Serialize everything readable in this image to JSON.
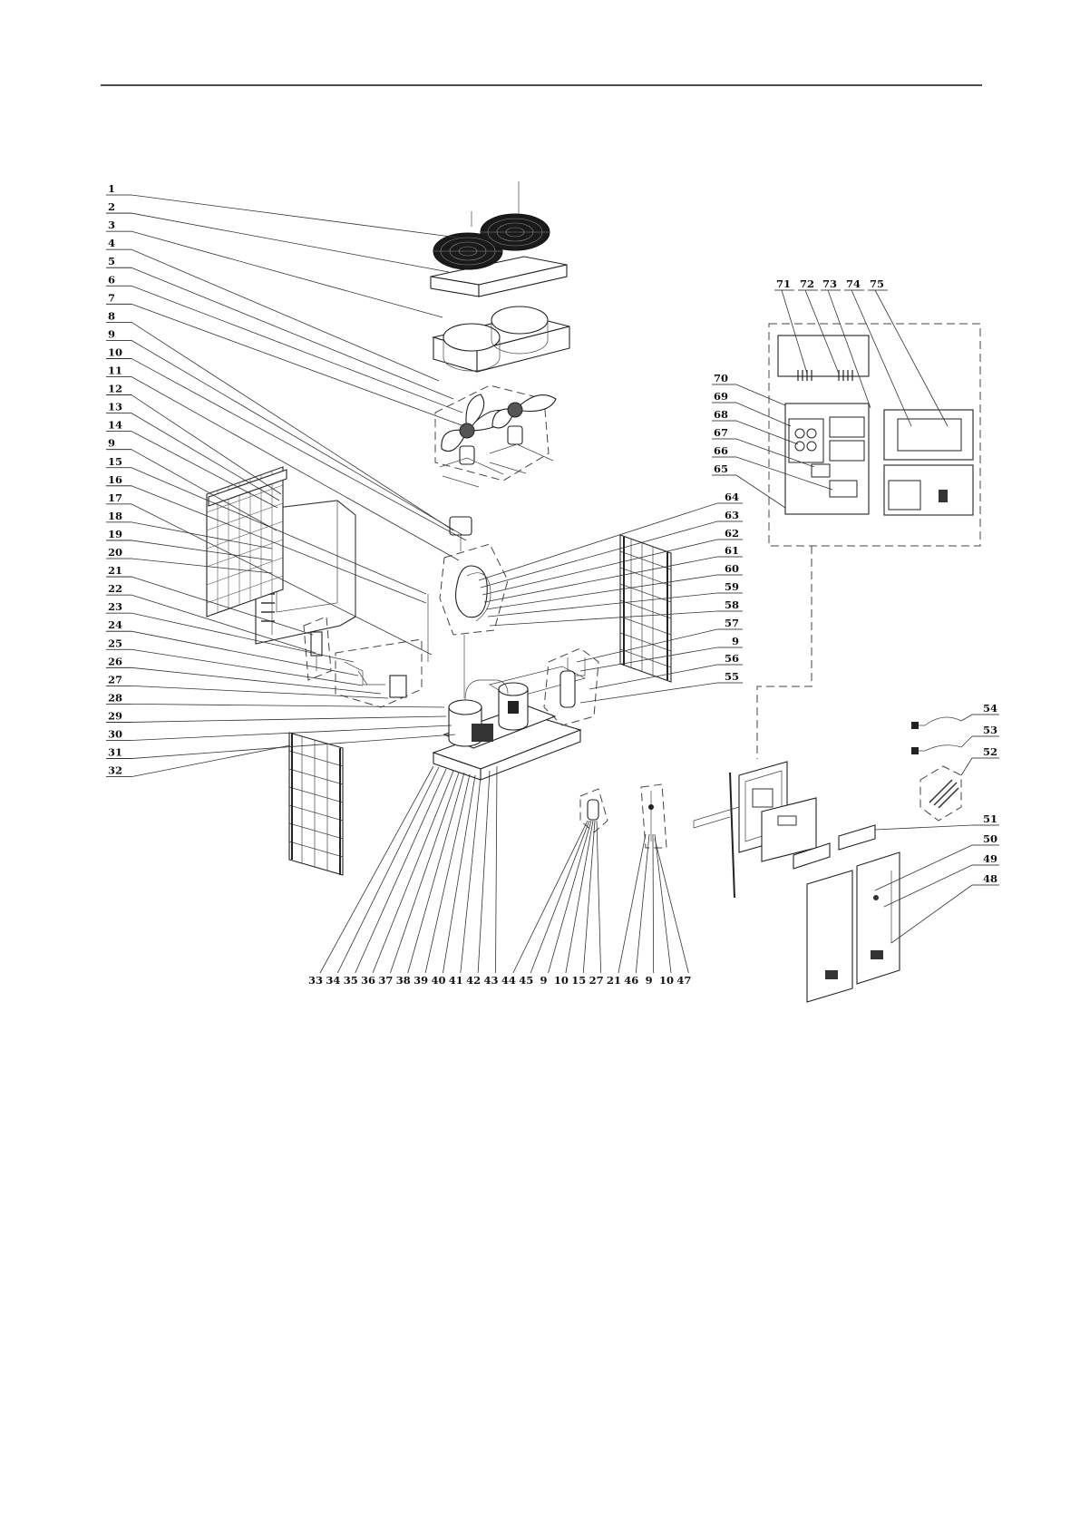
{
  "left_labels": [
    "1",
    "2",
    "3",
    "4",
    "5",
    "6",
    "7",
    "8",
    "9",
    "10",
    "11",
    "12",
    "13",
    "14",
    "9",
    "15",
    "16",
    "17",
    "18",
    "19",
    "20",
    "21",
    "22",
    "23",
    "24",
    "25",
    "26",
    "27",
    "28",
    "29",
    "30",
    "31",
    "32"
  ],
  "right_labels": [
    "64",
    "63",
    "62",
    "61",
    "60",
    "59",
    "58",
    "57",
    "9",
    "56",
    "55"
  ],
  "control_box_top_labels": [
    "71",
    "72",
    "73",
    "74",
    "75"
  ],
  "control_box_left_labels": [
    "70",
    "69",
    "68",
    "67",
    "66",
    "65"
  ],
  "accessory_labels": [
    "54",
    "53",
    "52",
    "51",
    "50",
    "49",
    "48"
  ],
  "bottom_labels": [
    "33",
    "34",
    "35",
    "36",
    "37",
    "38",
    "39",
    "40",
    "41",
    "42",
    "43",
    "44",
    "45",
    "9",
    "10",
    "15",
    "27",
    "21",
    "46",
    "9",
    "10",
    "47"
  ],
  "diagram_label": "exploded-view parts diagram"
}
